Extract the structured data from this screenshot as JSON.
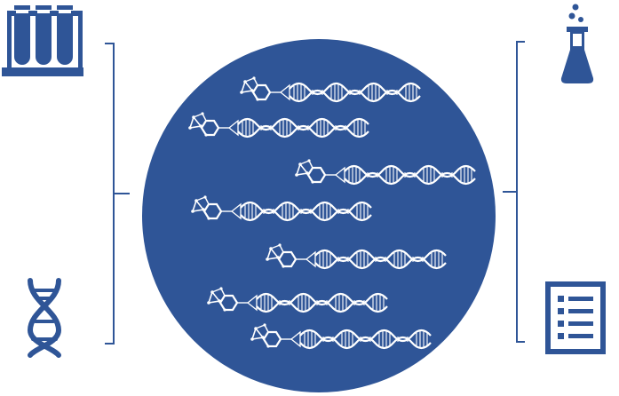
{
  "colors": {
    "primary": "#2F5597",
    "on_primary": "#FFFFFF",
    "background": "#FFFFFF"
  },
  "icons": {
    "top_left": "test-tubes-rack-icon",
    "bottom_left": "dna-helix-icon",
    "top_right": "erlenmeyer-flask-icon",
    "bottom_right": "checklist-icon"
  },
  "center": {
    "shape": "circle",
    "contents": "dna-encoded-small-molecule-library",
    "strand_count": 7
  },
  "brackets": [
    "left-bracket",
    "right-bracket"
  ]
}
